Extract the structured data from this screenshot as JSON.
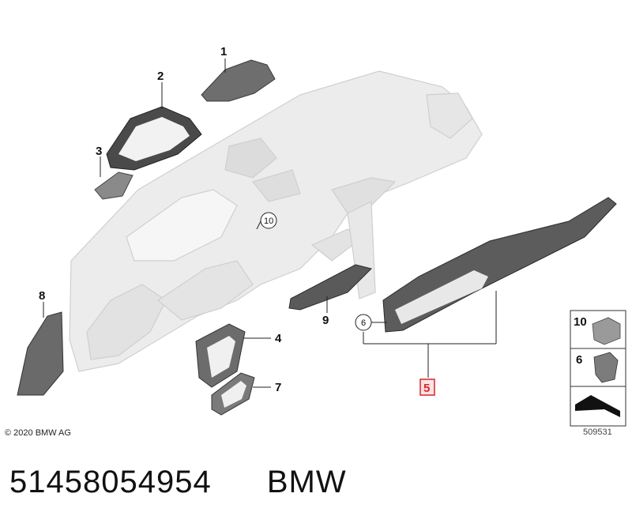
{
  "diagram": {
    "callouts": {
      "c1": "1",
      "c2": "2",
      "c3": "3",
      "c4": "4",
      "c5": "5",
      "c6": "6",
      "c7": "7",
      "c8": "8",
      "c9": "9",
      "c10": "10"
    },
    "legend": {
      "item_10": "10",
      "item_6": "6"
    },
    "highlight_color": "#d9252a"
  },
  "copyright": "© 2020 BMW AG",
  "diagram_id": "509531",
  "caption": {
    "part_number": "51458054954",
    "brand": "BMW"
  }
}
